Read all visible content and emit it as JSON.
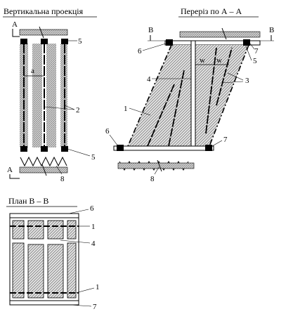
{
  "views": {
    "vertical": {
      "title": "Вертикальна проекція"
    },
    "section": {
      "title": "Переріз по  А – А"
    },
    "plan": {
      "title": "План  В – В"
    }
  },
  "section_marks": {
    "a": "А",
    "b": "В"
  },
  "labels": {
    "n1": "1",
    "n2": "2",
    "n3": "3",
    "n4": "4",
    "n5": "5",
    "n6": "6",
    "n7": "7",
    "n8": "8",
    "a": "a",
    "w": "w"
  },
  "colors": {
    "hatch": "#9a9a9a",
    "ink": "#000000"
  }
}
